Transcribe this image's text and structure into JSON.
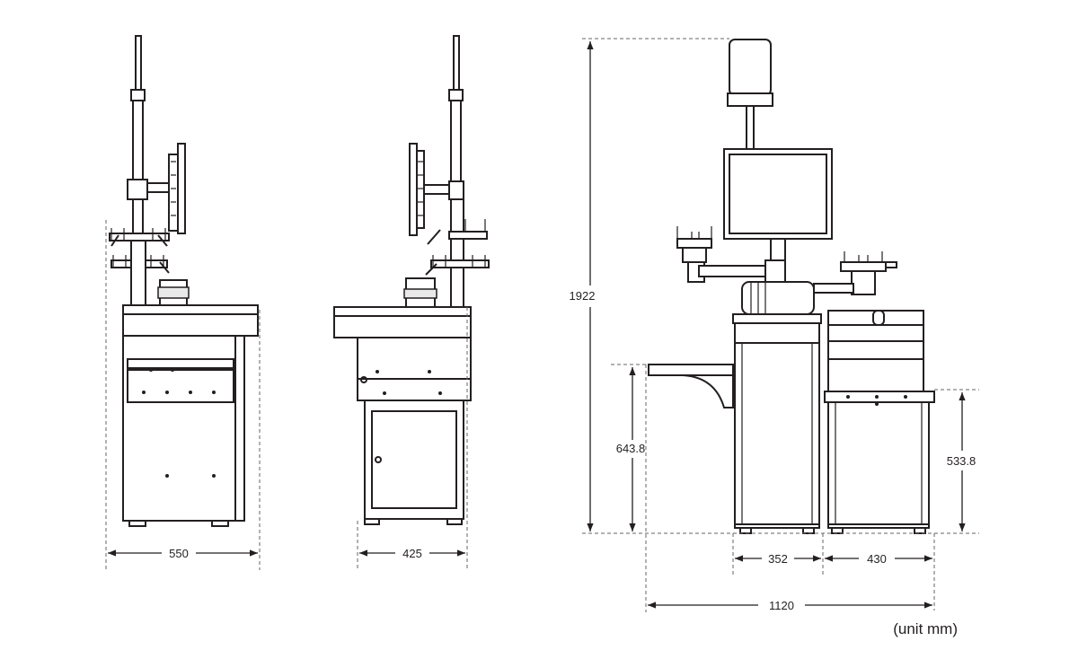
{
  "dimensions": {
    "front_width": "550",
    "side_width": "425",
    "total_height": "1922",
    "left_table_height": "643.8",
    "right_cabinet_height": "533.8",
    "center_cabinet_width": "352",
    "right_cabinet_width": "430",
    "total_width": "1120"
  },
  "unit_label": "(unit mm)",
  "colors": {
    "line": "#231f20",
    "background": "#ffffff"
  }
}
